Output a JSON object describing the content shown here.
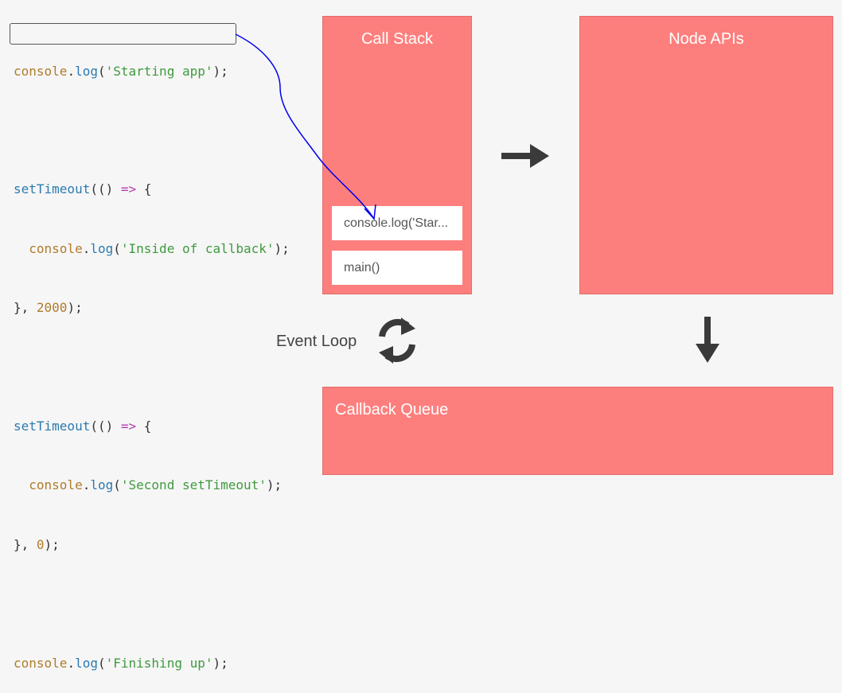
{
  "code": {
    "line1": {
      "obj": "console",
      "dot": ".",
      "fn": "log",
      "open": "(",
      "str": "'Starting app'",
      "close": ");"
    },
    "line2": {
      "fn": "setTimeout",
      "open": "(() ",
      "kw": "=>",
      "brace": " {"
    },
    "line3": {
      "indent": "  ",
      "obj": "console",
      "dot": ".",
      "fn": "log",
      "open": "(",
      "str": "'Inside of callback'",
      "close": ");"
    },
    "line4": {
      "close": "}, ",
      "num": "2000",
      "end": ");"
    },
    "line5": {
      "fn": "setTimeout",
      "open": "(() ",
      "kw": "=>",
      "brace": " {"
    },
    "line6": {
      "indent": "  ",
      "obj": "console",
      "dot": ".",
      "fn": "log",
      "open": "(",
      "str": "'Second setTimeout'",
      "close": ");"
    },
    "line7": {
      "close": "}, ",
      "num": "0",
      "end": ");"
    },
    "line8": {
      "obj": "console",
      "dot": ".",
      "fn": "log",
      "open": "(",
      "str": "'Finishing up'",
      "close": ");"
    }
  },
  "call_stack": {
    "title": "Call Stack",
    "frames": [
      "console.log('Star...",
      "main()"
    ]
  },
  "node_apis": {
    "title": "Node APIs"
  },
  "callback_queue": {
    "title": "Callback Queue"
  },
  "event_loop": {
    "label": "Event Loop",
    "icon": "refresh-cycle-icon"
  },
  "colors": {
    "panel": "#fd7f7d",
    "background": "#f6f6f6",
    "annotation": "#0000ee"
  }
}
